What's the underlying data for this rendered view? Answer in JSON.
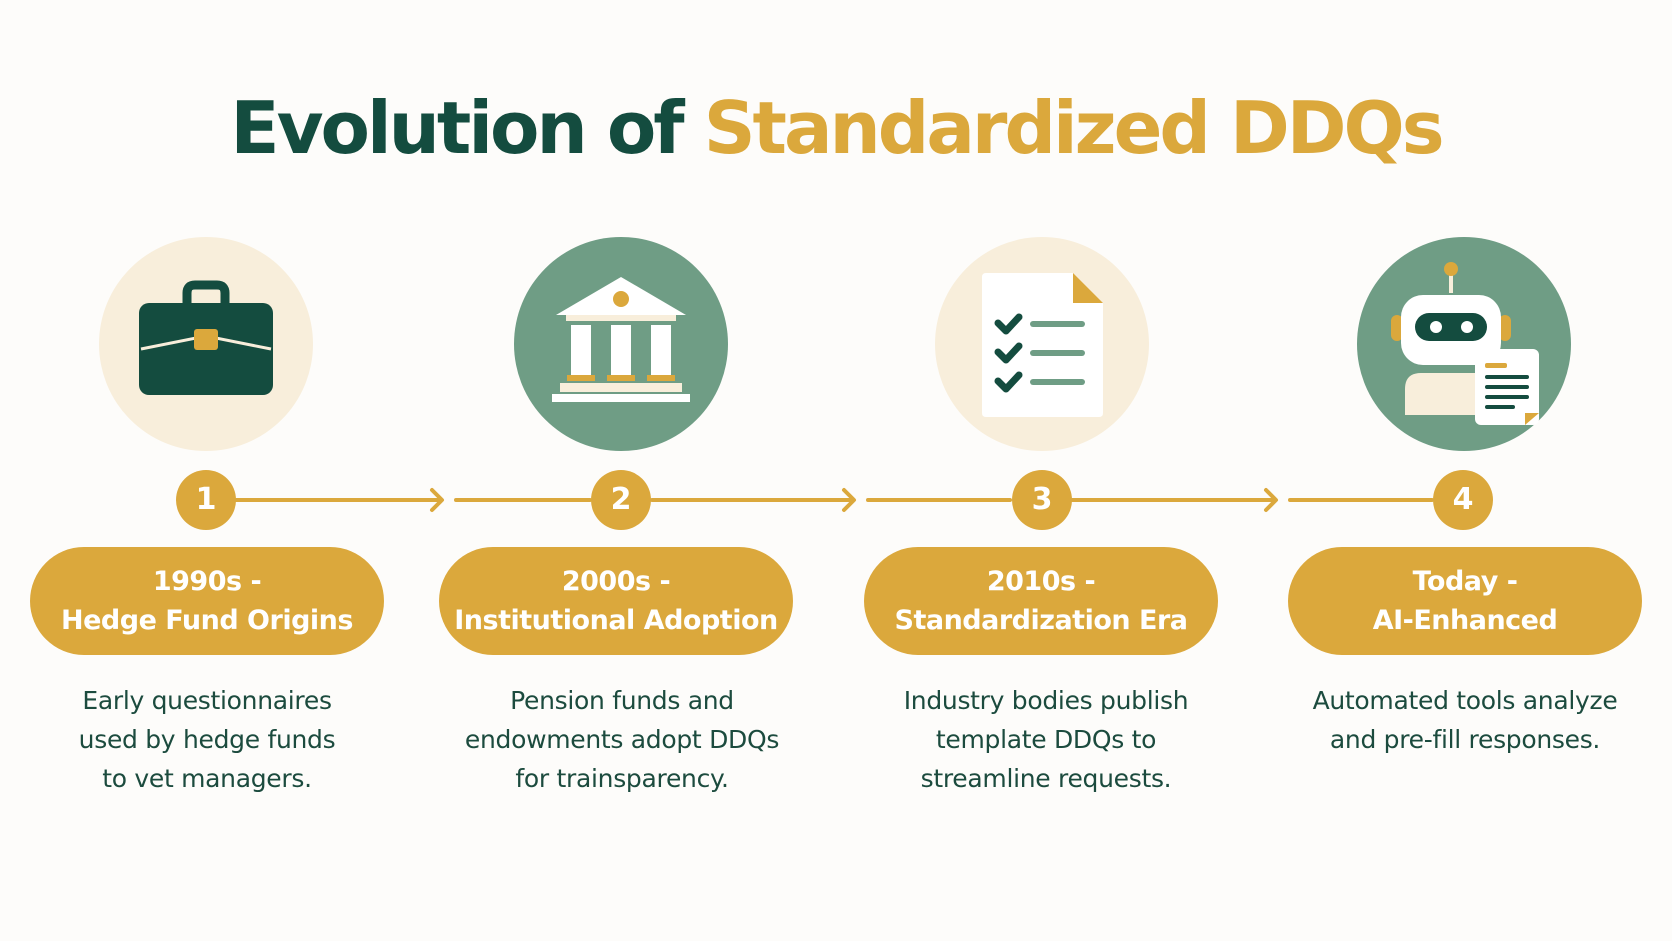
{
  "title": {
    "part1": "Evolution of",
    "part2": "Standardized DDQs"
  },
  "colors": {
    "dark_green": "#144c3f",
    "gold": "#dba83c",
    "sage": "#6f9d85",
    "cream": "#f8eedb"
  },
  "steps": [
    {
      "number": "1",
      "icon": "briefcase-icon",
      "heading_line1": "1990s -",
      "heading_line2": "Hedge Fund Origins",
      "desc_lines": [
        "Early questionnaires",
        "used by hedge funds",
        "to vet managers."
      ]
    },
    {
      "number": "2",
      "icon": "institution-building-icon",
      "heading_line1": "2000s -",
      "heading_line2": "Institutional Adoption",
      "desc_lines": [
        "Pension funds and",
        "endowments adopt DDQs",
        "for trainsparency."
      ]
    },
    {
      "number": "3",
      "icon": "checklist-document-icon",
      "heading_line1": "2010s -",
      "heading_line2": "Standardization Era",
      "desc_lines": [
        "Industry bodies publish",
        "template DDQs to",
        "streamline requests."
      ]
    },
    {
      "number": "4",
      "icon": "robot-document-icon",
      "heading_line1": "Today -",
      "heading_line2": "AI-Enhanced",
      "desc_lines": [
        "Automated tools analyze",
        "and pre-fill responses."
      ]
    }
  ]
}
